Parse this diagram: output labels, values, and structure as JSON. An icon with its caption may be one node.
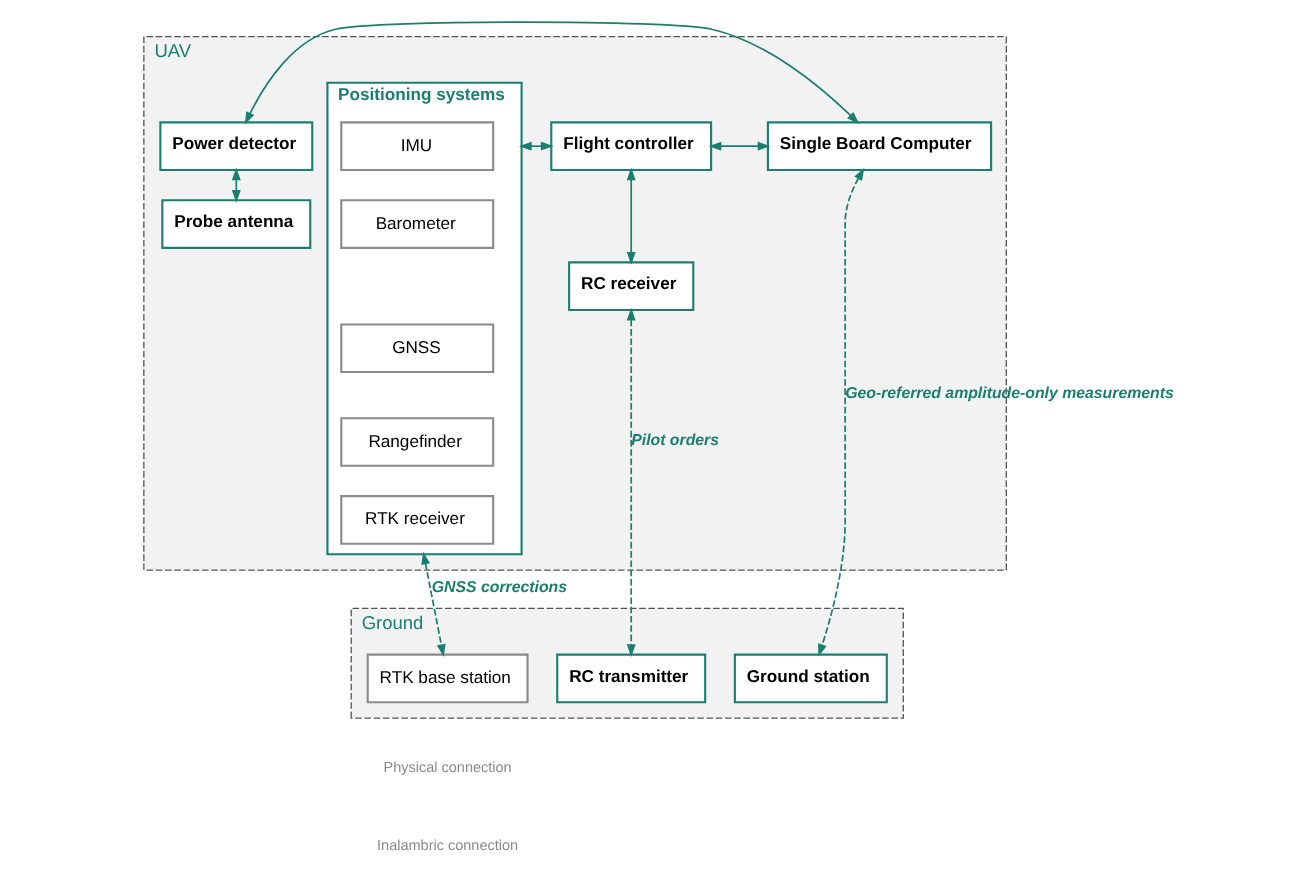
{
  "diagram": {
    "nodes": [
      {
        "text": [
          "UAV"
        ]
      },
      {
        "text": [
          "Power detector"
        ],
        "in": 0
      },
      {
        "text": [
          "Single Board Computer"
        ],
        "in": 0
      },
      {
        "text": [
          "Flight controller"
        ],
        "in": 0
      },
      {
        "text": [
          "Positioning systems"
        ],
        "in": 0
      },
      {
        "text": [
          "IMU"
        ],
        "in": 4
      },
      {
        "text": [
          "Barometer"
        ],
        "in": 4
      },
      {
        "text": [
          "GNSS"
        ],
        "in": 4
      },
      {
        "text": [
          "Rangefinder"
        ],
        "in": 4
      },
      {
        "text": [
          "RTK receiver"
        ],
        "in": 4
      },
      {
        "text": [
          "Probe antenna"
        ],
        "in": 0
      },
      {
        "text": [
          "RC receiver"
        ],
        "in": 0
      },
      {
        "text": [
          "Ground"
        ]
      },
      {
        "text": [
          "Ground station"
        ],
        "in": 12
      },
      {
        "text": [
          "RC transmitter"
        ],
        "in": 12
      },
      {
        "text": [
          "RTK base station"
        ],
        "in": 12
      }
    ],
    "edges": [
      {
        "from": 1,
        "to": 2,
        "arrow": "both"
      },
      {
        "from": 2,
        "to": 3,
        "arrow": "both"
      },
      {
        "from": 3,
        "to": 4,
        "arrow": "both"
      },
      {
        "from": 1,
        "to": 10,
        "arrow": "both"
      },
      {
        "from": 3,
        "to": 11,
        "arrow": "both"
      },
      {
        "from": 2,
        "to": 13,
        "arrow": "both",
        "style": "dashed",
        "label": "Geo-referred amplitude-only measurements"
      },
      {
        "from": 11,
        "to": 14,
        "arrow": "both",
        "style": "dashed",
        "label": "Pilot orders"
      },
      {
        "from": 4,
        "to": 15,
        "arrow": "both",
        "style": "dashed",
        "label": "GNSS corrections"
      }
    ],
    "legend": [
      {
        "text": "Physical connection"
      },
      {
        "text": "Inalambric connection"
      }
    ]
  }
}
